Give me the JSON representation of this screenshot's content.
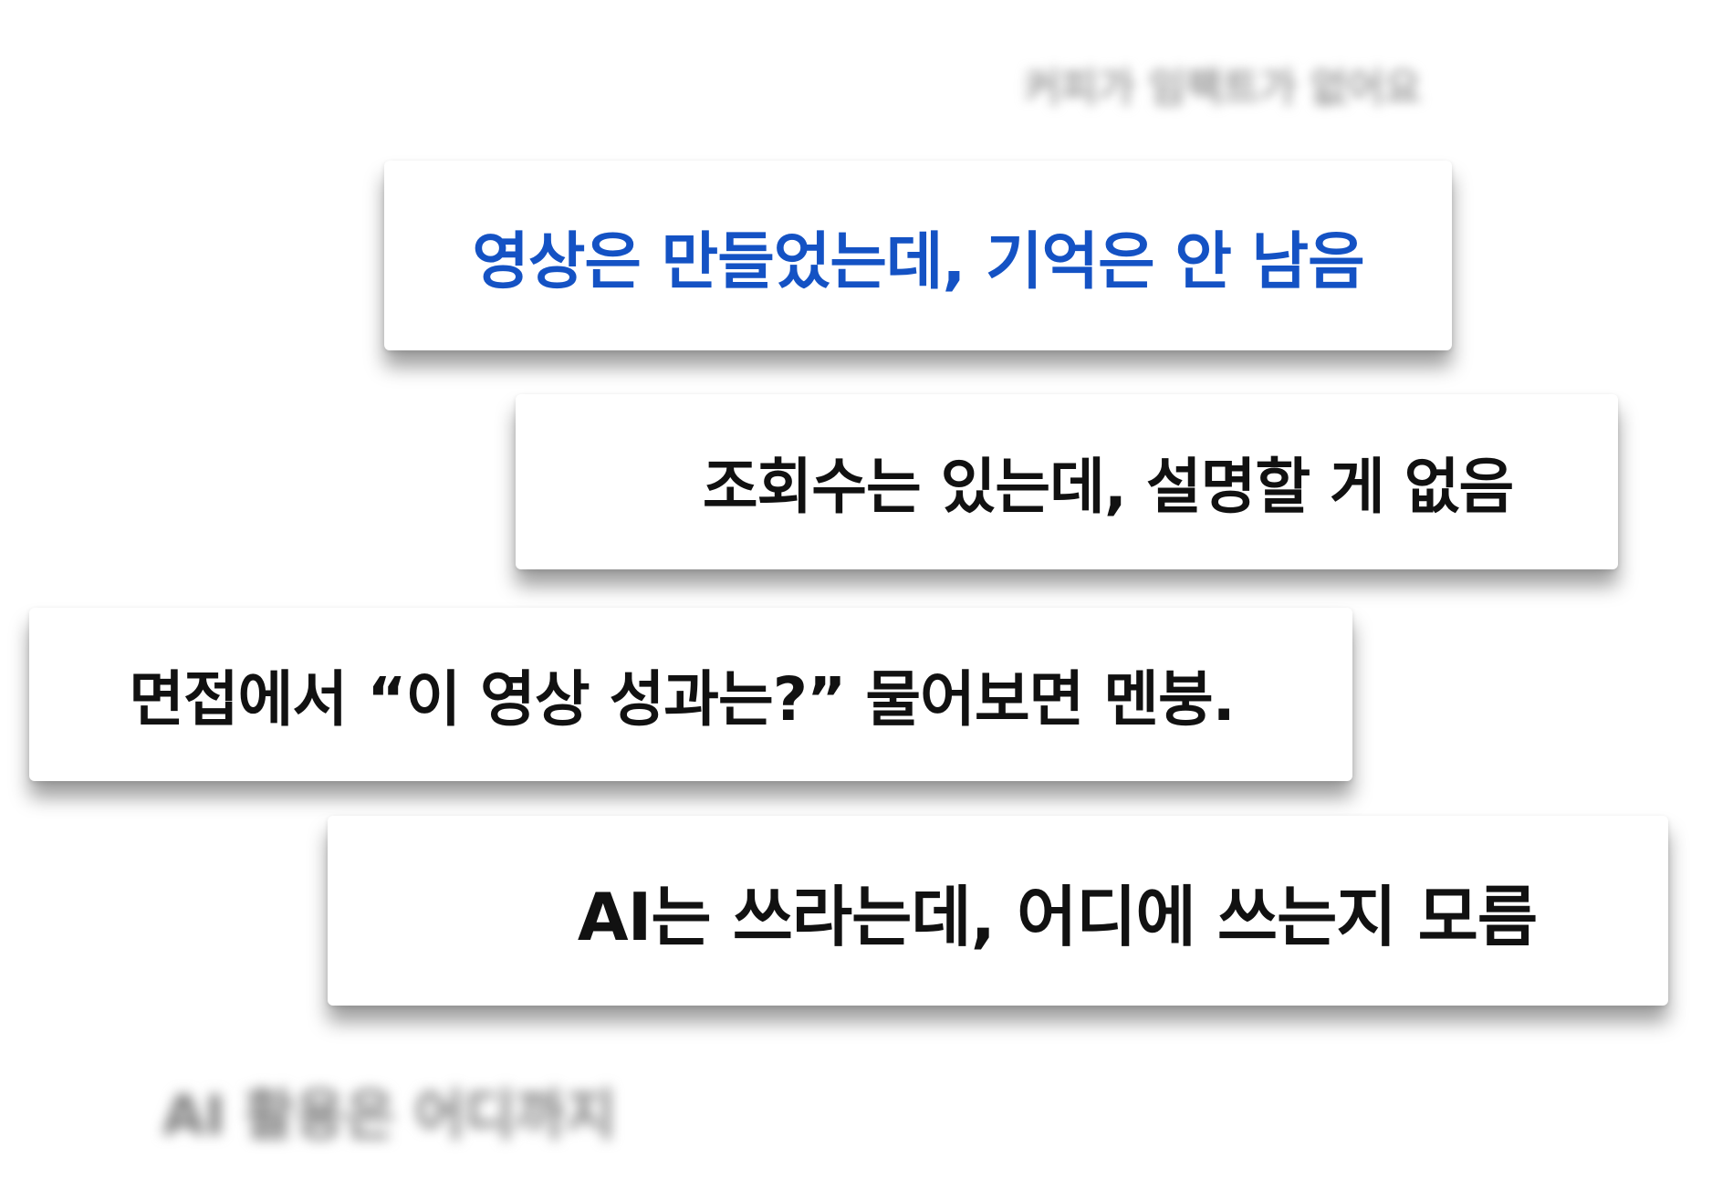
{
  "captions": {
    "top_blurred": "커피가 임팩트가 없어요",
    "bottom_blurred": "AI 활용은 어디까지"
  },
  "cards": [
    {
      "text": "영상은 만들었는데, 기억은 안 남음",
      "color": "#1452c4"
    },
    {
      "text": "조회수는 있는데, 설명할 게 없음",
      "color": "#111111"
    },
    {
      "text": "면접에서 “이 영상 성과는?” 물어보면 멘붕.",
      "color": "#111111"
    },
    {
      "text": "AI는 쓰라는데, 어디에 쓰는지 모름",
      "color": "#111111"
    }
  ]
}
